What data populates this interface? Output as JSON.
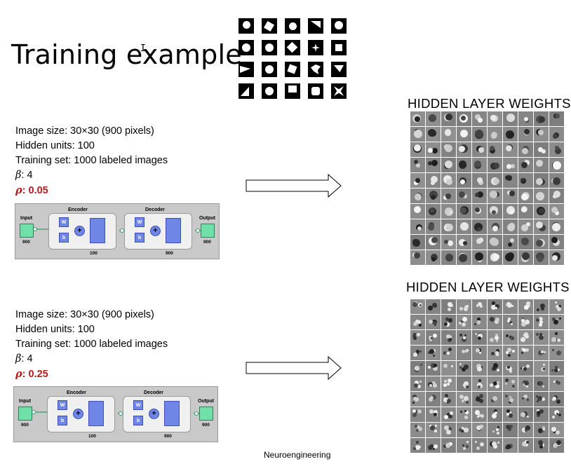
{
  "slide": {
    "title": "Training example",
    "footer": "Neuroengineering"
  },
  "sections": [
    {
      "params": {
        "image_size": "Image size: 30×30 (900 pixels)",
        "hidden_units": "Hidden units: 100",
        "training_set": "Training set: 1000 labeled images",
        "beta_symbol": "β",
        "beta_value": ": 4",
        "rho_symbol": "ρ",
        "rho_value": ": 0.05"
      },
      "weights_title": "HIDDEN LAYER WEIGHTS",
      "network": {
        "input_label": "Input",
        "input_size": "900",
        "encoder_label": "Encoder",
        "encoder_size": "100",
        "decoder_label": "Decoder",
        "decoder_size": "900",
        "output_label": "Output",
        "output_size": "900",
        "w_label": "W",
        "b_label": "b",
        "plus": "+"
      }
    },
    {
      "params": {
        "image_size": "Image size: 30×30 (900 pixels)",
        "hidden_units": "Hidden units: 100",
        "training_set": "Training set: 1000 labeled images",
        "beta_symbol": "β",
        "beta_value": ": 4",
        "rho_symbol": "ρ",
        "rho_value": ": 0.25"
      },
      "weights_title": "HIDDEN LAYER WEIGHTS",
      "network": {
        "input_label": "Input",
        "input_size": "900",
        "encoder_label": "Encoder",
        "encoder_size": "100",
        "decoder_label": "Decoder",
        "decoder_size": "900",
        "output_label": "Output",
        "output_size": "900",
        "w_label": "W",
        "b_label": "b",
        "plus": "+"
      }
    }
  ],
  "colors": {
    "rho_red": "#b11d1d",
    "node_green": "#6fe0a8",
    "node_blue": "#6f86e6",
    "weights_gray": "#8a8a8a"
  }
}
